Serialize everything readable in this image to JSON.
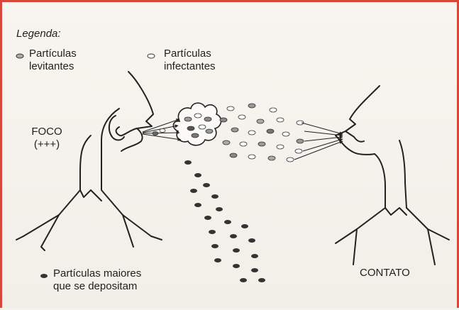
{
  "legend": {
    "title": "Legenda:",
    "levitating_line1": "Partículas",
    "levitating_line2": "levitantes",
    "infecting_line1": "Partículas",
    "infecting_line2": "infectantes",
    "deposit_line1": "Partículas maiores",
    "deposit_line2": "que se depositam"
  },
  "source": {
    "label": "FOCO",
    "intensity": "(+++)"
  },
  "target": {
    "label": "CONTATO"
  },
  "colors": {
    "frame": "#d9463a",
    "ink": "#1f1f1f"
  }
}
